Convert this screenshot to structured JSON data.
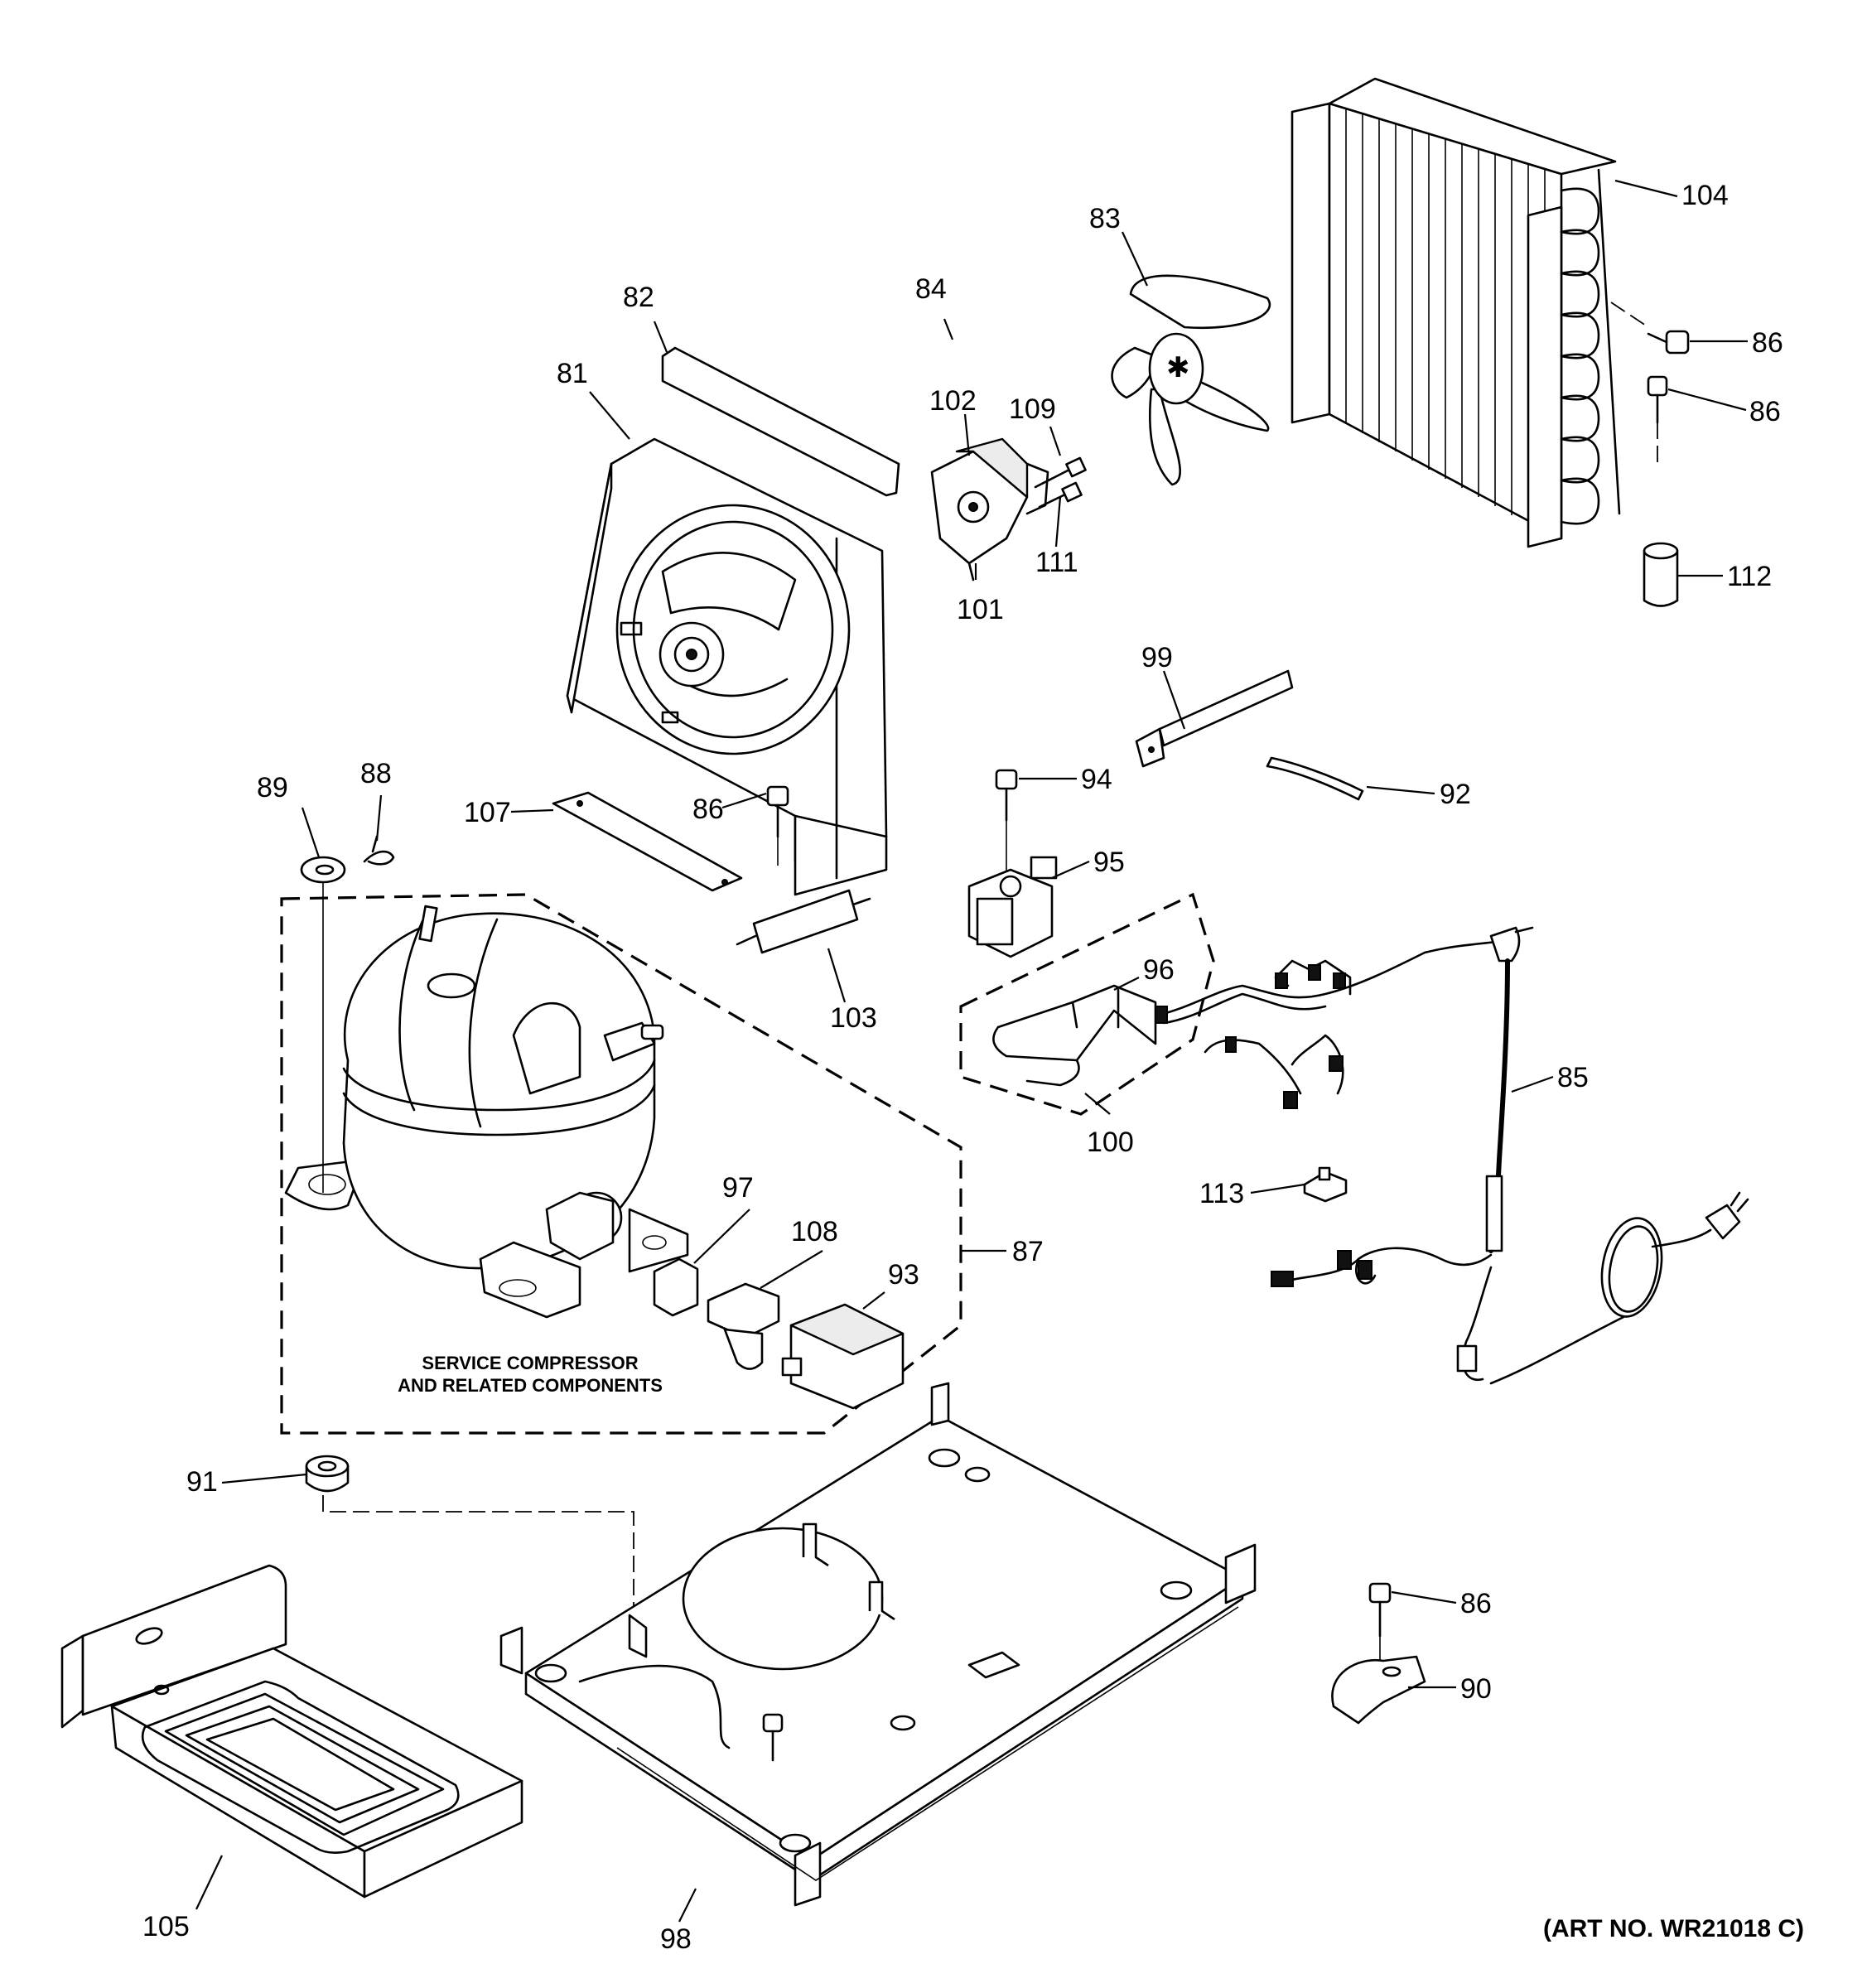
{
  "callouts": {
    "c81": "81",
    "c82": "82",
    "c83": "83",
    "c84": "84",
    "c85": "85",
    "c86a": "86",
    "c86b": "86",
    "c86c": "86",
    "c86d": "86",
    "c87": "87",
    "c88": "88",
    "c89": "89",
    "c90": "90",
    "c91": "91",
    "c92": "92",
    "c93": "93",
    "c94": "94",
    "c95": "95",
    "c96": "96",
    "c97": "97",
    "c98": "98",
    "c99": "99",
    "c100": "100",
    "c101": "101",
    "c102": "102",
    "c103": "103",
    "c104": "104",
    "c105": "105",
    "c107": "107",
    "c108": "108",
    "c109": "109",
    "c111": "111",
    "c112": "112",
    "c113": "113"
  },
  "notes": {
    "service_line1": "SERVICE COMPRESSOR",
    "service_line2": "AND RELATED COMPONENTS"
  },
  "art_number": "(ART NO. WR21018 C)"
}
